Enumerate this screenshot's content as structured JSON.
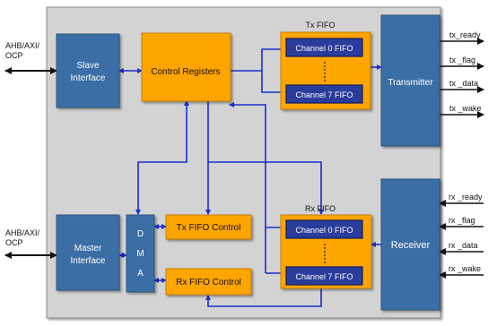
{
  "external": {
    "bus_top": [
      "AHB/AXI/",
      "OCP"
    ],
    "bus_bottom": [
      "AHB/AXI/",
      "OCP"
    ]
  },
  "blocks": {
    "slave_interface": [
      "Slave",
      "Interface"
    ],
    "master_interface": [
      "Master",
      "Interface"
    ],
    "control_registers": "Control Registers",
    "dma": [
      "D",
      "M",
      "A"
    ],
    "tx_fifo_control": "Tx FIFO Control",
    "rx_fifo_control": "Rx FIFO Control",
    "transmitter": "Transmitter",
    "receiver": "Receiver"
  },
  "tx_fifo": {
    "title": "Tx FIFO",
    "channel_first": "Channel 0 FIFO",
    "channel_last": "Channel 7 FIFO"
  },
  "rx_fifo": {
    "title": "Rx FIFO",
    "channel_first": "Channel 0 FIFO",
    "channel_last": "Channel 7 FIFO"
  },
  "tx_signals": [
    "tx_ready",
    "tx _flag",
    "tx _data",
    "tx _wake"
  ],
  "rx_signals": [
    "rx _ready",
    "rx _flag",
    "rx _data",
    "rx _wake"
  ],
  "colors": {
    "blue_block": "#3a6ea5",
    "orange_block": "#ffa500",
    "channel": "#2a3c9c",
    "connector": "#1a2ecc",
    "chassis": "#d3d3d3"
  }
}
